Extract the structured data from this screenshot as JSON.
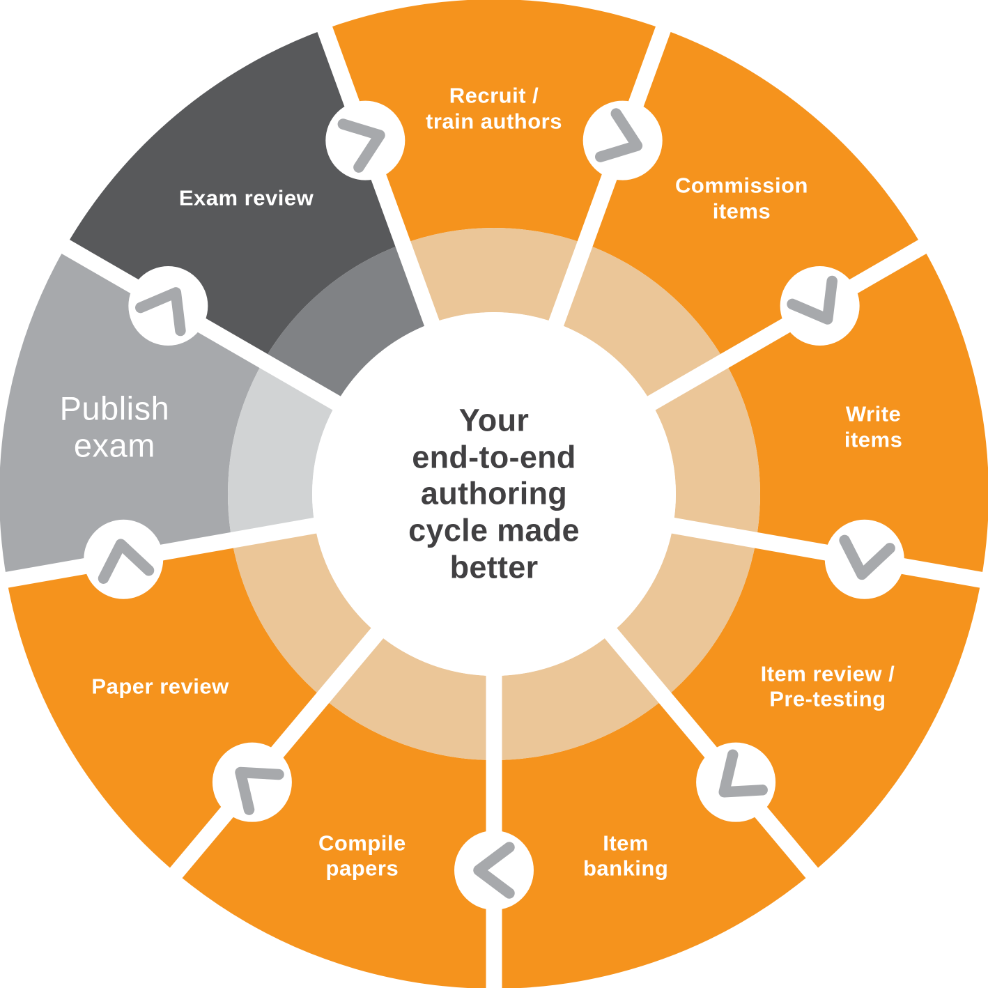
{
  "chart_data": {
    "type": "cycle-diagram",
    "flow_direction": "clockwise",
    "center_label": "Your\nend-to-end\nauthoring\ncycle made\nbetter",
    "connector_icon": "chevron-forward-icon",
    "colors": {
      "background": "#FFFFFF",
      "divider": "#FFFFFF",
      "connector_circle": "#FFFFFF",
      "chevron": "#A7A9AC",
      "label_text": "#FFFFFF",
      "center_text": "#414042",
      "orange": "#F5931D",
      "orange_inner": "#EBC698",
      "publish_gray": "#A7A9AC",
      "publish_gray_inner": "#D1D3D4",
      "exam_gray": "#58595B",
      "exam_gray_inner": "#808285"
    },
    "segments": [
      {
        "id": "recruit-train-authors",
        "label": "Recruit /\ntrain authors",
        "color": "#F5931D",
        "inner_color": "#EBC698"
      },
      {
        "id": "commission-items",
        "label": "Commission\nitems",
        "color": "#F5931D",
        "inner_color": "#EBC698"
      },
      {
        "id": "write-items",
        "label": "Write items",
        "color": "#F5931D",
        "inner_color": "#EBC698"
      },
      {
        "id": "item-review-pre-testing",
        "label": "Item review /\nPre-testing",
        "color": "#F5931D",
        "inner_color": "#EBC698"
      },
      {
        "id": "item-banking",
        "label": "Item\nbanking",
        "color": "#F5931D",
        "inner_color": "#EBC698"
      },
      {
        "id": "compile-papers",
        "label": "Compile\npapers",
        "color": "#F5931D",
        "inner_color": "#EBC698"
      },
      {
        "id": "paper-review",
        "label": "Paper review",
        "color": "#F5931D",
        "inner_color": "#EBC698"
      },
      {
        "id": "publish-exam",
        "label": "Publish\nexam",
        "color": "#A7A9AC",
        "inner_color": "#D1D3D4",
        "large_label": true
      },
      {
        "id": "exam-review",
        "label": "Exam review",
        "color": "#58595B",
        "inner_color": "#808285"
      }
    ]
  }
}
